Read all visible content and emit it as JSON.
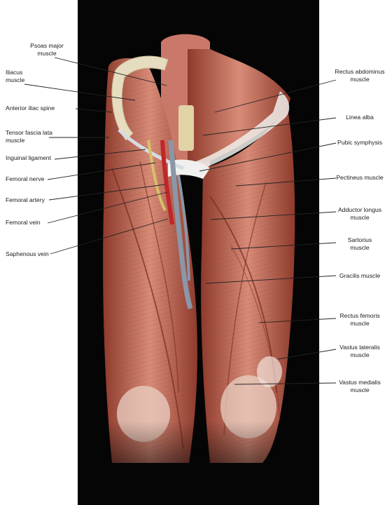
{
  "labels_left": [
    {
      "id": "psoas-major-muscle",
      "text": "Psoas major\nmuscle"
    },
    {
      "id": "iliacus-muscle",
      "text": "Iliacus\nmuscle"
    },
    {
      "id": "anterior-iliac-spine",
      "text": "Anterior iliac spine"
    },
    {
      "id": "tensor-fascia-lata-muscle",
      "text": "Tensor fascia lata\nmuscle"
    },
    {
      "id": "inguinal-ligament",
      "text": "Inguinal ligament"
    },
    {
      "id": "femoral-nerve",
      "text": "Femoral nerve"
    },
    {
      "id": "femoral-artery",
      "text": "Femoral artery"
    },
    {
      "id": "femoral-vein",
      "text": "Femoral vein"
    },
    {
      "id": "saphenous-vein",
      "text": "Saphenous vein"
    }
  ],
  "labels_right": [
    {
      "id": "rectus-abdominus-muscle",
      "text": "Rectus abdominus\nmuscle"
    },
    {
      "id": "linea-alba",
      "text": "Linea alba"
    },
    {
      "id": "pubic-symphysis",
      "text": "Pubic symphysis"
    },
    {
      "id": "pectineus-muscle",
      "text": "Pectineus muscle"
    },
    {
      "id": "adductor-longus-muscle",
      "text": "Adductor longus\nmuscle"
    },
    {
      "id": "sartorius-muscle",
      "text": "Sartorius\nmuscle"
    },
    {
      "id": "gracilis-muscle",
      "text": "Gracilis muscle"
    },
    {
      "id": "rectus-femoris-muscle",
      "text": "Rectus femoris\nmuscle"
    },
    {
      "id": "vastus-lateralis-muscle",
      "text": "Vastus lateralis\nmuscle"
    },
    {
      "id": "vastus-medialis-muscle",
      "text": "Vastus medialis\nmuscle"
    }
  ],
  "colors": {
    "background_panel": "#050505",
    "muscle": "#c4705c",
    "muscle_light": "#dd9a86",
    "muscle_dark": "#8e3a2c",
    "artery": "#c0262a",
    "vein": "#8a97a8",
    "nerve": "#d8c06a",
    "bone": "#e6dcc0",
    "leader_line": "#222222"
  }
}
